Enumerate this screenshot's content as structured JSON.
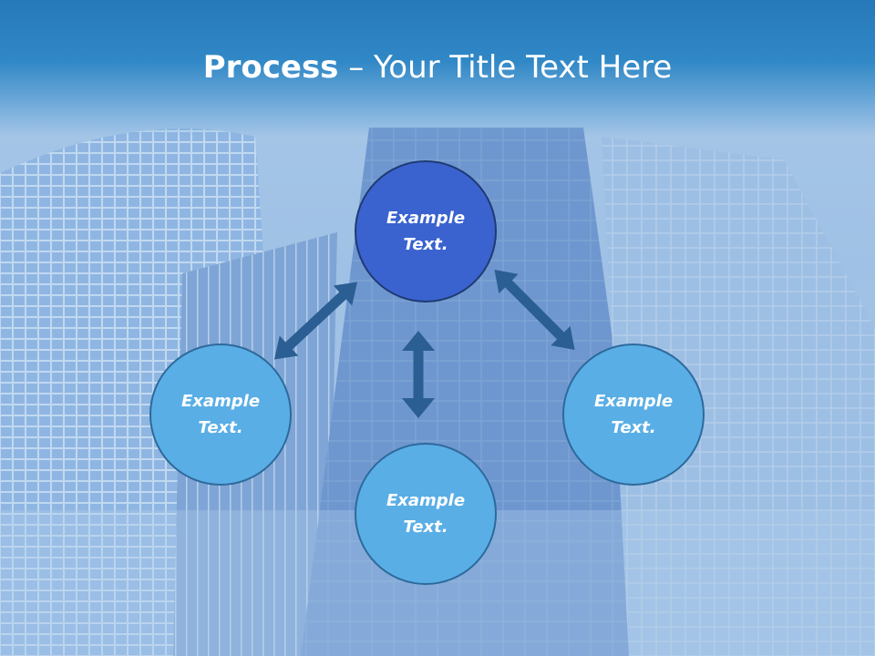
{
  "title": {
    "bold": "Process",
    "rest": " – Your Title Text Here"
  },
  "nodes": {
    "top": "Example\nText.",
    "left": "Example\nText.",
    "bottom": "Example\nText.",
    "right": "Example\nText."
  },
  "colors": {
    "title_bar": "#2679b8",
    "primary_node": "#3a63cf",
    "secondary_node": "#5aaee6",
    "arrow": "#2b5e93"
  },
  "icons": {
    "connector": "double-headed-arrow"
  }
}
